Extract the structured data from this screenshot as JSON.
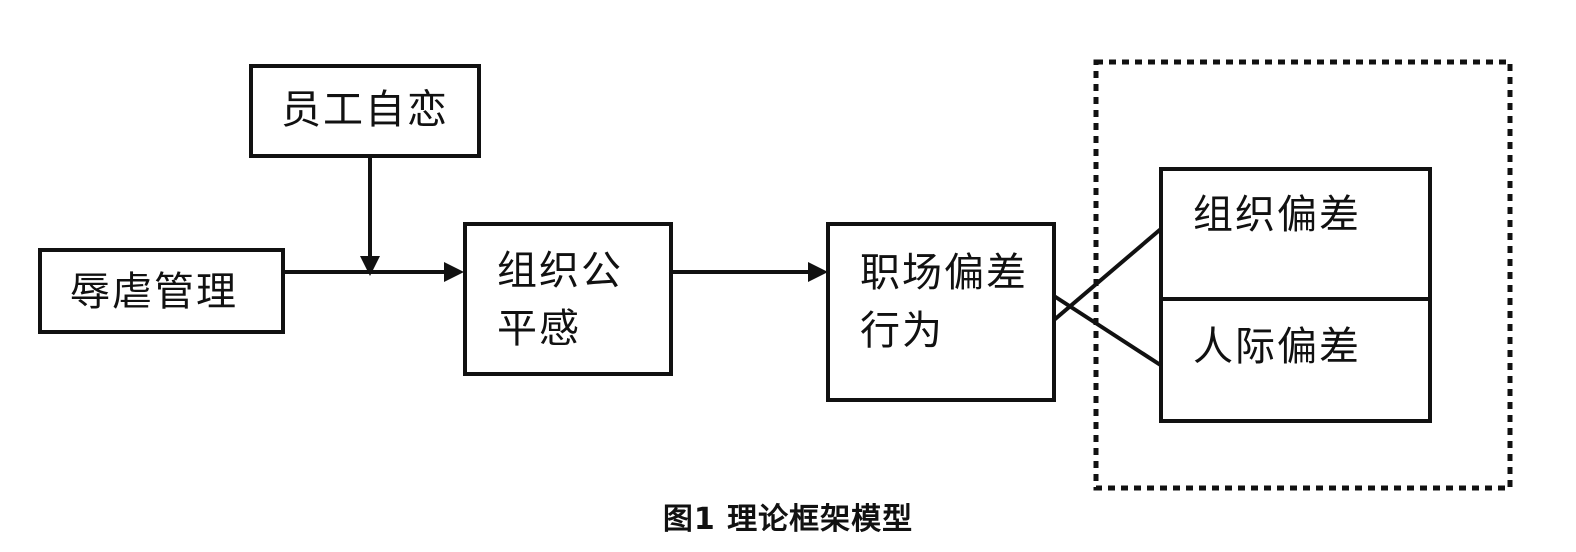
{
  "diagram": {
    "nodes": {
      "employee_narcissism": "员工自恋",
      "abusive_supervision": "辱虐管理",
      "org_fairness_line1": "组织公",
      "org_fairness_line2": "平感",
      "workplace_deviance_line1": "职场偏差",
      "workplace_deviance_line2": "行为",
      "org_deviance": "组织偏差",
      "interpersonal_deviance": "人际偏差"
    },
    "caption": "图1  理论框架模型"
  }
}
